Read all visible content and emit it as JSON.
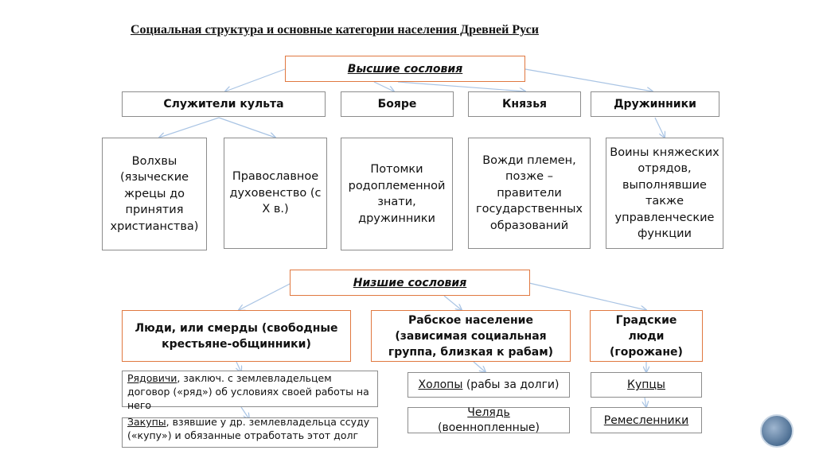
{
  "title": "Социальная структура и основные категории населения Древней Руси",
  "upper": {
    "header": "Высшие сословия",
    "categories": [
      "Служители культа",
      "Бояре",
      "Князья",
      "Дружинники"
    ],
    "descriptions": {
      "volkhvy": "Волхвы (языческие жрецы до принятия христианства)",
      "clergy": "Православное духовенство (с X в.)",
      "boyars": "Потомки родоплеменной знати, дружинники",
      "princes": "Вожди племен, позже – правители государственных образований",
      "druzhina": "Воины княжеских отрядов, выполнявшие также управленческие функции"
    }
  },
  "lower": {
    "header": "Низшие сословия",
    "categories": {
      "smerdy": "Люди, или смерды (свободные крестьяне-общинники)",
      "slaves": "Рабское население (зависимая социальная группа, близкая к рабам)",
      "townsfolk": "Градские люди (горожане)"
    },
    "smerdy_sub": [
      {
        "term": "Рядовичи",
        "text": ", заключ. с землевладельцем договор («ряд») об условиях  своей работы на него"
      },
      {
        "term": "Закупы",
        "text": ", взявшие у др. землевладельца ссуду («купу») и обязанные отработать этот долг"
      }
    ],
    "slaves_sub": [
      {
        "term": "Холопы",
        "text": " (рабы за долги)"
      },
      {
        "term": "Челядь",
        "text": " (военнопленные)"
      }
    ],
    "townsfolk_sub": [
      {
        "term": "Купцы",
        "text": ""
      },
      {
        "term": "Ремесленники",
        "text": ""
      }
    ]
  },
  "colors": {
    "arrow": "#a9c4e4",
    "header_border": "#e07840",
    "box_border": "#8c8c8c"
  }
}
